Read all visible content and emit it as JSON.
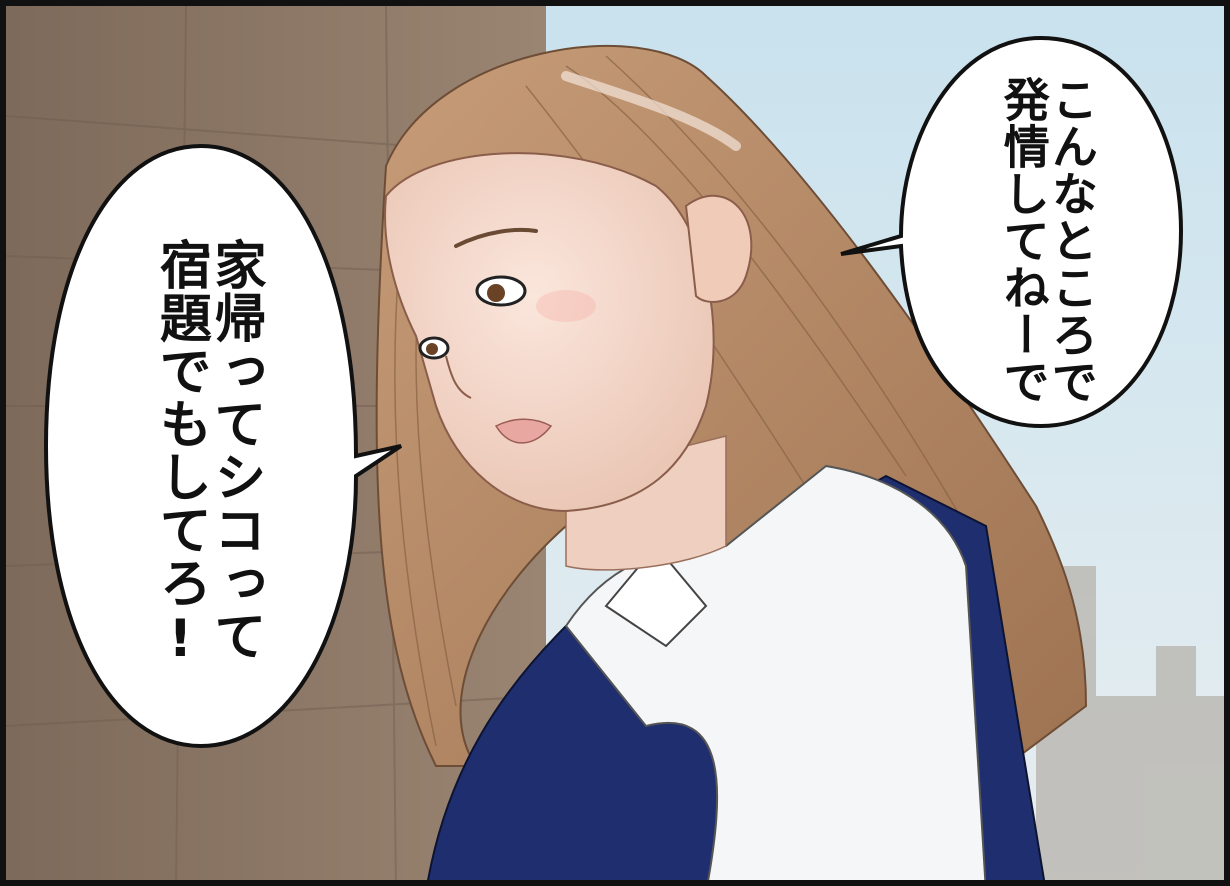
{
  "panel": {
    "bubbles": [
      {
        "lines": [
          "家帰ってシコって",
          "宿題でもしてろ!"
        ]
      },
      {
        "lines": [
          "こんなところで",
          "発情してねーで"
        ]
      }
    ]
  },
  "colors": {
    "wall": "#8d7766",
    "sky": "#cfe4ee",
    "hair": "#b88a66",
    "skin": "#f4d9cc",
    "shirt": "#f4f6f8",
    "vest": "#1f2e6e",
    "outline": "#111111"
  }
}
